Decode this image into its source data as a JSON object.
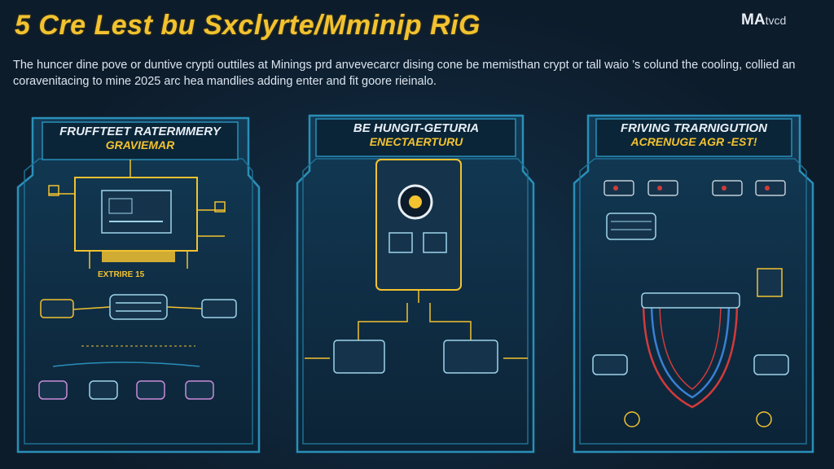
{
  "header": {
    "title": "5 Cre Lest bu Sxclyrte/Mminip RiG",
    "logo_main": "MA",
    "logo_sub": "tvcd"
  },
  "intro_text": "The huncer dine pove or duntive crypti outtiles at Minings prd anvevecarcr dising cone be memisthan crypt or tall waio ’s colund the cooling, collied an coravenitacing to mine 2025 arc hea mandlies adding enter and fit goore rieinalo.",
  "panels": [
    {
      "title_line1": "FRUFFTEET RATERMMERY",
      "title_line2": "GRAVIEMAR",
      "caption": "EXTRIRE 15"
    },
    {
      "title_line1": "BE HUNGIT-GETURIA",
      "title_line2": "ENECTAERTURU",
      "caption": ""
    },
    {
      "title_line1": "FRIVING TRARNIGUTION",
      "title_line2": "ACRENUGE AGR -EST!",
      "caption": ""
    }
  ],
  "colors": {
    "background": "#0d1c2b",
    "accent_yellow": "#f2c230",
    "frame_cyan": "#2a8fb8",
    "panel_fill": "#0f2e45",
    "wire_red": "#d33a3a",
    "wire_blue": "#3a7fd3"
  }
}
